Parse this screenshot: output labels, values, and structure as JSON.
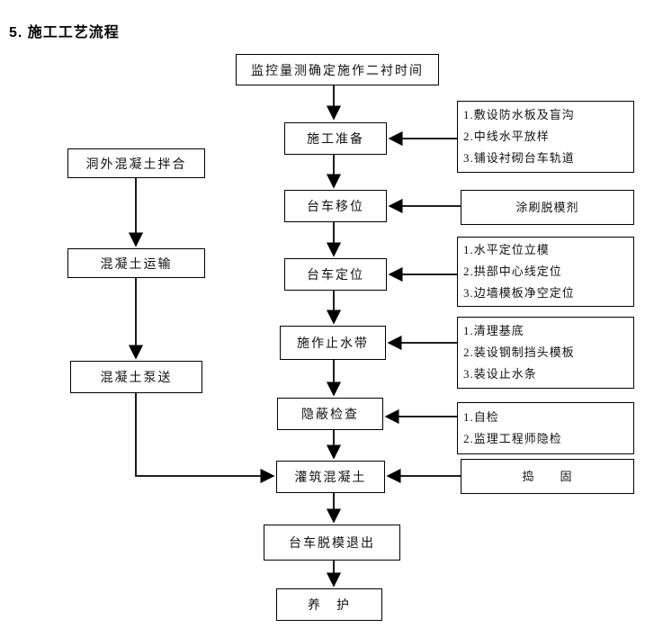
{
  "title": "5. 施工工艺流程",
  "flow": {
    "monitor": "监控量测确定施作二衬时间",
    "prep": "施工准备",
    "move": "台车移位",
    "locate": "台车定位",
    "waterstop": "施作止水带",
    "inspect": "隐蔽检查",
    "pour": "灌筑混凝土",
    "demold": "台车脱模退出",
    "cure": "养　护",
    "mix": "洞外混凝土拌合",
    "transport": "混凝土运输",
    "pump": "混凝土泵送"
  },
  "notes": {
    "prep": [
      "1.敷设防水板及盲沟",
      "2.中线水平放样",
      "3.铺设衬砌台车轨道"
    ],
    "release": "涂刷脱模剂",
    "locate": [
      "1.水平定位立模",
      "2.拱部中心线定位",
      "3.边墙模板净空定位"
    ],
    "waterstop": [
      "1.清理基底",
      "2.装设钢制挡头模板",
      "3.装设止水条"
    ],
    "inspect": [
      "1.自检",
      "2.监理工程师隐检"
    ],
    "tamp": "捣　　固"
  },
  "colors": {
    "line": "#000000",
    "text": "#111111",
    "background": "#ffffff"
  }
}
